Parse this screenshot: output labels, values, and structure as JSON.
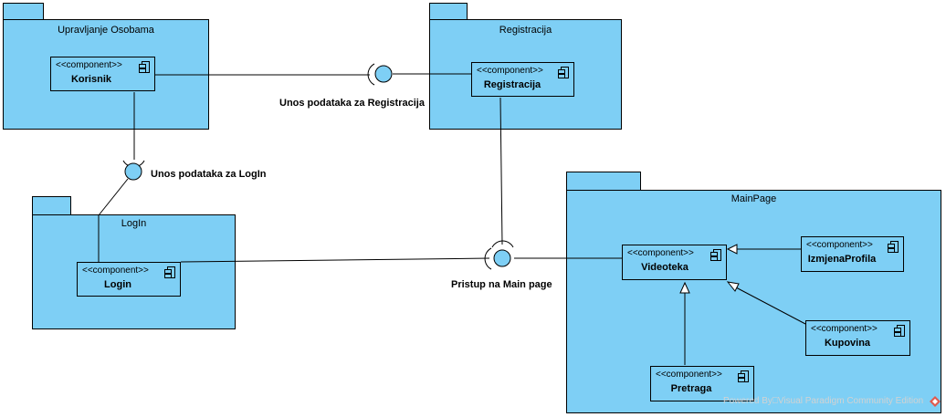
{
  "packages": {
    "upravljanje": {
      "title": "Upravljanje Osobama"
    },
    "registracija": {
      "title": "Registracija"
    },
    "login": {
      "title": "LogIn"
    },
    "mainpage": {
      "title": "MainPage"
    }
  },
  "stereotype": "<<component>>",
  "components": {
    "korisnik": {
      "name": "Korisnik"
    },
    "registracija": {
      "name": "Registracija"
    },
    "login": {
      "name": "Login"
    },
    "videoteka": {
      "name": "Videoteka"
    },
    "izmjena": {
      "name": "IzmjenaProfila"
    },
    "kupovina": {
      "name": "Kupovina"
    },
    "pretraga": {
      "name": "Pretraga"
    }
  },
  "interfaces": {
    "registracija_input": {
      "label": "Unos podataka za Registracija"
    },
    "login_input": {
      "label": "Unos podataka za LogIn"
    },
    "mainpage_access": {
      "label": "Pristup na Main page"
    }
  },
  "watermark": "Powered By⎕Visual Paradigm Community Edition",
  "colors": {
    "fill": "#7ecff5",
    "stroke": "#000000",
    "watermark": "#d2d2d2",
    "logo": "#e05a4f"
  }
}
